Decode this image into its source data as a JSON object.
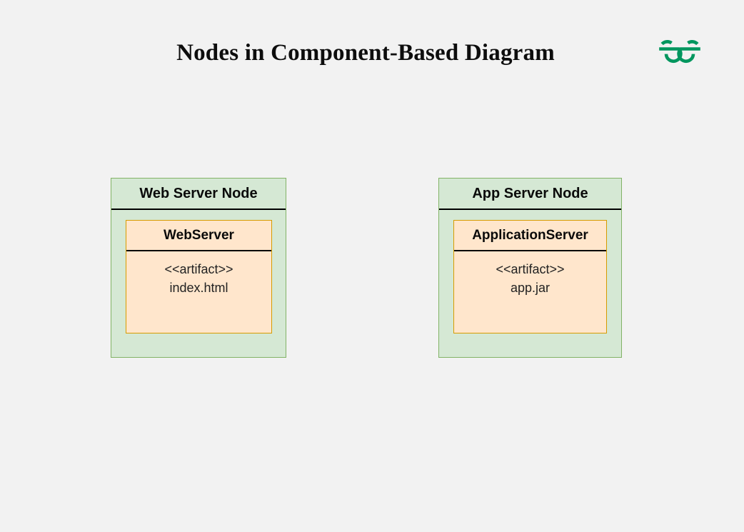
{
  "header": {
    "title": "Nodes in Component-Based Diagram",
    "logo_name": "geeksforgeeks-logo",
    "logo_color": "#00965e"
  },
  "theme": {
    "background": "#f2f2f2",
    "node_fill": "#d5e8d4",
    "node_border": "#82b366",
    "component_fill": "#ffe6cc",
    "component_border": "#d79b00",
    "divider": "#000000",
    "text": "#0a0a0a"
  },
  "diagram": {
    "type": "uml-deployment-diagram",
    "nodes": [
      {
        "id": "web-server-node",
        "label": "Web Server Node",
        "component": {
          "title": "WebServer",
          "artifact_stereotype": "<<artifact>>",
          "artifact_name": "index.html"
        }
      },
      {
        "id": "app-server-node",
        "label": "App Server Node",
        "component": {
          "title": "ApplicationServer",
          "artifact_stereotype": "<<artifact>>",
          "artifact_name": "app.jar"
        }
      }
    ]
  }
}
